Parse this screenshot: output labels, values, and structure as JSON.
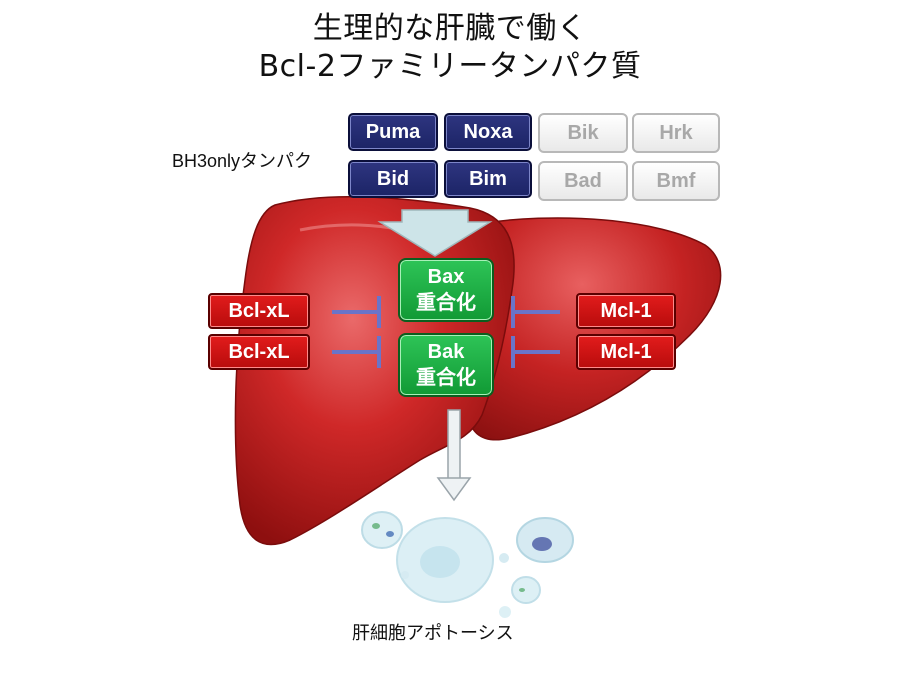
{
  "title": {
    "line1": "生理的な肝臓で働く",
    "line2": "Bcl-2ファミリータンパク質"
  },
  "bh3only": {
    "label": "BH3onlyタンパク",
    "active": [
      "Puma",
      "Noxa",
      "Bid",
      "Bim"
    ],
    "inactive": [
      "Bik",
      "Hrk",
      "Bad",
      "Bmf"
    ]
  },
  "effectors": [
    {
      "name": "Bax",
      "state": "重合化"
    },
    {
      "name": "Bak",
      "state": "重合化"
    }
  ],
  "inhibitors_left": [
    "Bcl-xL",
    "Bcl-xL"
  ],
  "inhibitors_right": [
    "Mcl-1",
    "Mcl-1"
  ],
  "outcome": "肝細胞アポトーシス",
  "colors": {
    "bh3_active": "#1f2770",
    "bh3_inactive_text": "#a8a8a8",
    "inhibitor": "#d01414",
    "effector": "#1fa843",
    "liver": "#c81e1e",
    "inhibition_line": "#6a74c9",
    "arrow": "#cfe6ea"
  },
  "icons": [
    "liver-illustration",
    "down-arrow-icon",
    "inhibition-bar-icon",
    "apoptotic-cell-icon"
  ]
}
